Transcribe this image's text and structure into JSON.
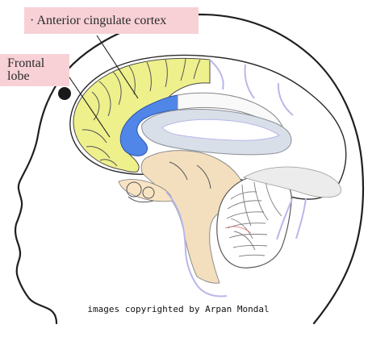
{
  "labels": {
    "anterior_cingulate_cortex": "· Anterior cingulate cortex",
    "frontal_lobe": "Frontal lobe"
  },
  "copyright": "images copyrighted by Arpan Mondal",
  "colors": {
    "label_bg": "#f7d1d6",
    "frontal_lobe": "#eef08c",
    "cingulate": "#4f86e8",
    "corpus_callosum": "#d9dfe8",
    "brainstem": "#f3dfbe",
    "cerebellum_line": "#7a7a7a",
    "outline": "#1f1f1f",
    "ventricle_line": "#b9b7ea"
  }
}
